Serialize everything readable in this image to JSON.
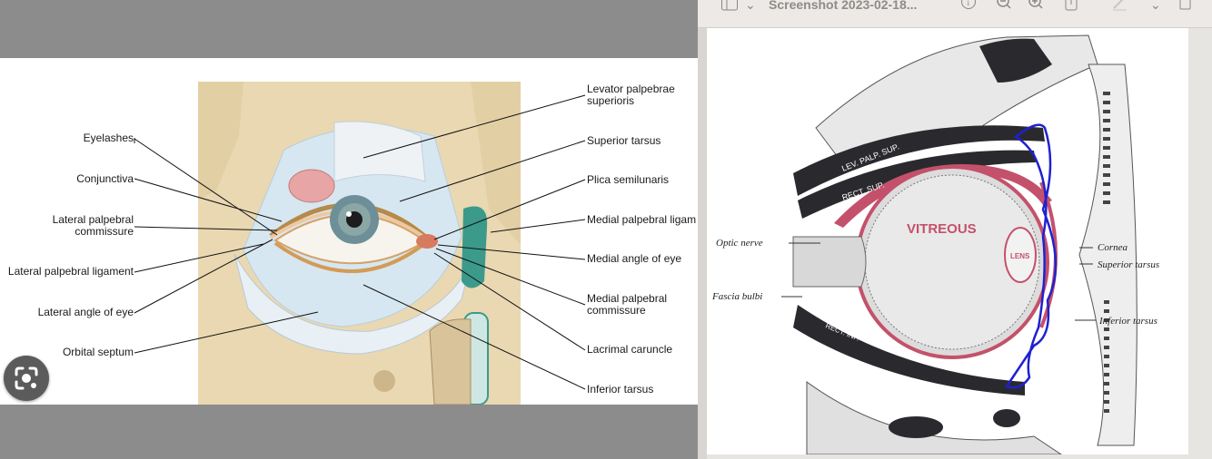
{
  "left_viewer": {
    "labels_left": [
      "Eyelashes",
      "Conjunctiva",
      "Lateral palpebral\ncommissure",
      "Lateral palpebral ligament",
      "Lateral angle of eye",
      "Orbital septum"
    ],
    "labels_right": [
      "Levator palpebrae\nsuperioris",
      "Superior tarsus",
      "Plica semilunaris",
      "Medial palpebral ligam",
      "Medial angle of eye",
      "Medial palpebral\ncommissure",
      "Lacrimal caruncle",
      "Inferior tarsus"
    ],
    "lens_icon": "google-lens-icon"
  },
  "preview_window": {
    "title": "Screenshot 2023-02-18...",
    "toolbar_icons": [
      "sidebar-icon",
      "chevron-down-icon",
      "info-icon",
      "zoom-out-icon",
      "zoom-in-icon",
      "share-icon",
      "markup-pen-icon",
      "chevron-down-icon",
      "more-icon"
    ],
    "figure_labels": {
      "lev_palp_sup": "LEV. PALP. SUP.",
      "rect_sup": "RECT. SUP.",
      "vitreous": "VITREOUS",
      "lens": "LENS",
      "rect_inf": "RECT. INF.",
      "optic_nerve": "Optic nerve",
      "fascia_bulbi": "Fascia bulbi",
      "cornea": "Cornea",
      "superior_tarsus": "Superior tarsus",
      "inferior_tarsus": "Inferior tarsus"
    }
  },
  "colors": {
    "muscle_pink": "#c4516b",
    "dark_band": "#2a2a2e",
    "annotation_blue": "#2020d0",
    "skin_beige": "#e9d8b2",
    "conjunctiva_blue": "#cfe3ef",
    "lacrimal_teal": "#3c9a8a"
  }
}
